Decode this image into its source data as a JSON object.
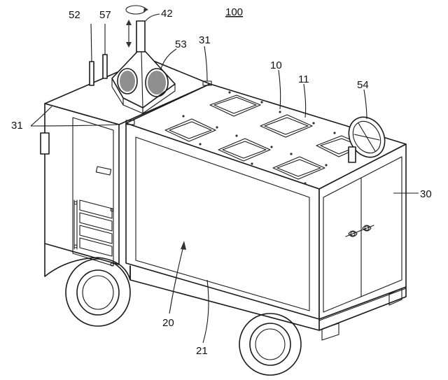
{
  "figure": {
    "labels": {
      "assembly": "100",
      "rooftop_module": "10",
      "roof_hatch": "11",
      "cargo_box": "20",
      "box_frame": "21",
      "rear_module": "30",
      "corner_fitting": "31",
      "corner_fitting_left": "31",
      "mast": "42",
      "antenna_a": "52",
      "sensor_head": "53",
      "dish": "54",
      "antenna_b": "57"
    }
  }
}
